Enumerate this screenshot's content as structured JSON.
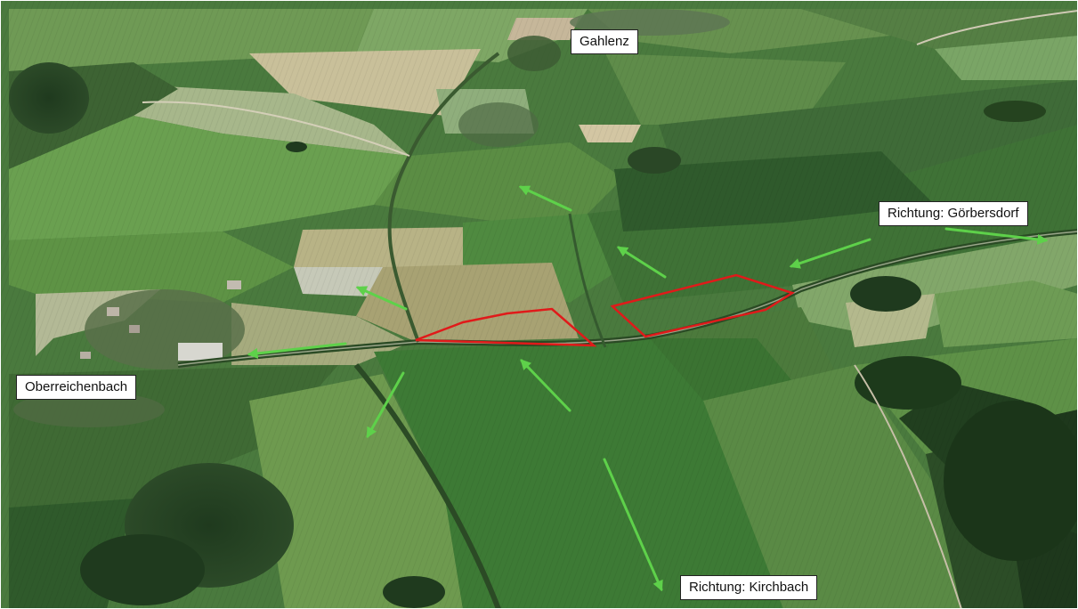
{
  "labels": {
    "gahlenz": "Gahlenz",
    "oberreichenbach": "Oberreichenbach",
    "goerbersdorf": "Richtung: Görbersdorf",
    "kirchbach": "Richtung: Kirchbach"
  },
  "colors": {
    "arrow": "#5ed14a",
    "outline": "#e01a1a",
    "label_bg": "#ffffff",
    "label_border": "#222222"
  },
  "imagery": "aerial-satellite-oblique"
}
